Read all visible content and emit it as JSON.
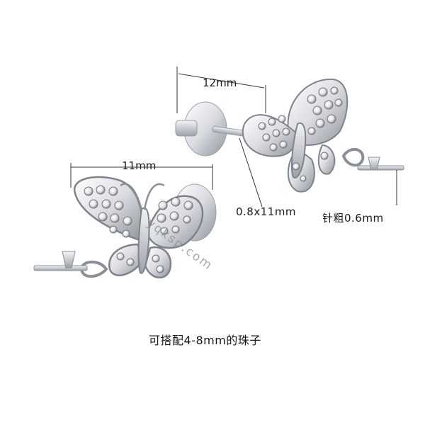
{
  "dimensions": {
    "width_right": "12mm",
    "width_left": "11mm",
    "pin_length": "0.8x11mm",
    "pin_thickness": "针粗0.6mm"
  },
  "caption": "可搭配4-8mm的珠子",
  "watermark": "yqksp.com",
  "colors": {
    "metal_light": "#f4f5f7",
    "metal_dark": "#8e939b",
    "line": "#333333"
  }
}
